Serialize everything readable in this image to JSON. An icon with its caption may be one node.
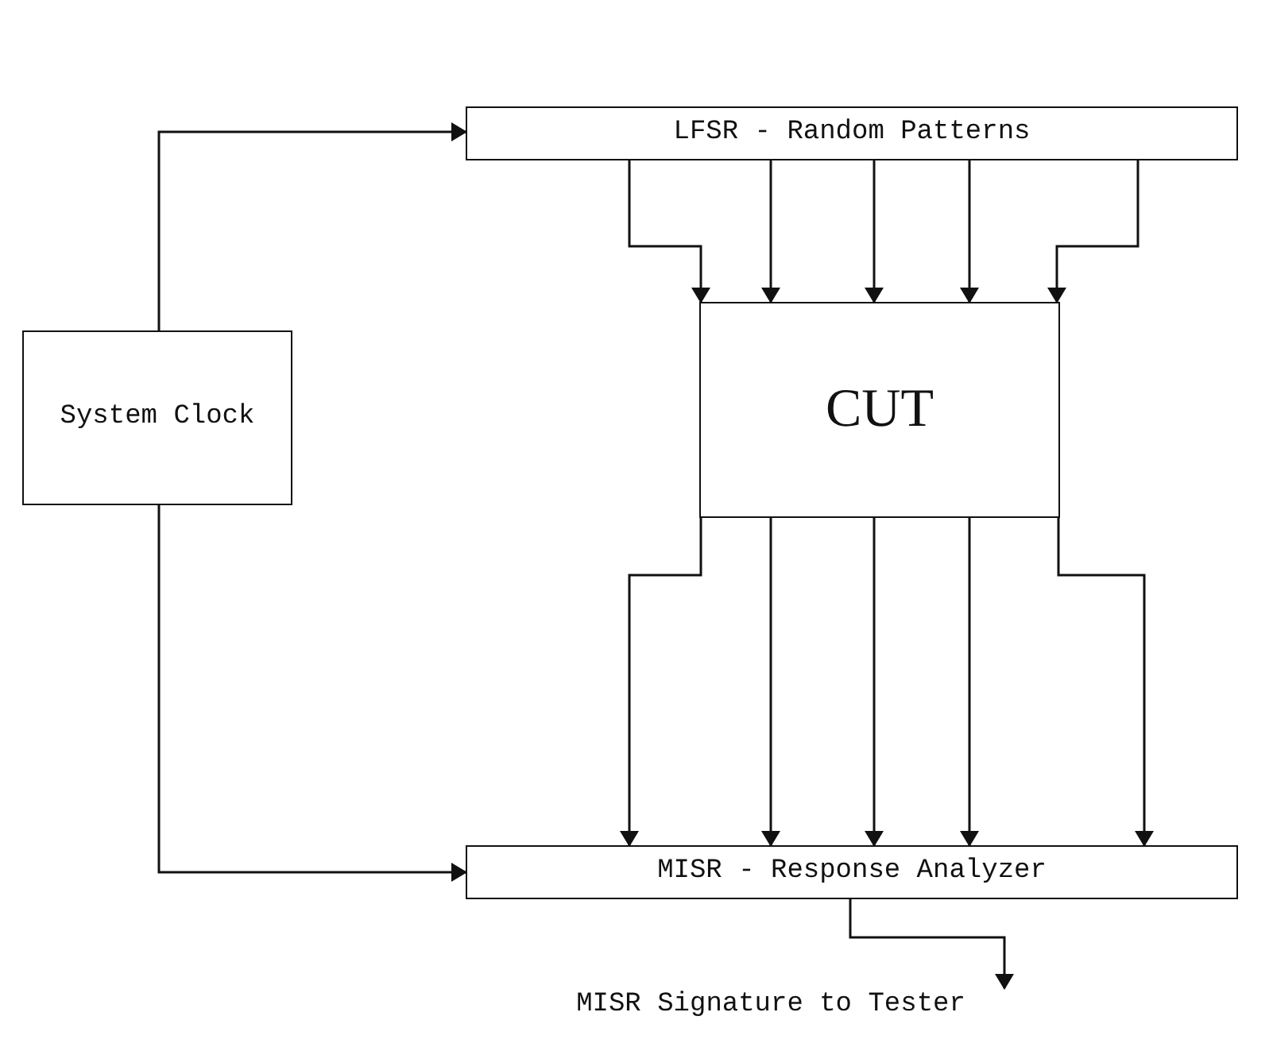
{
  "diagram": {
    "nodes": [
      {
        "text": [
          "LFSR - Random Patterns"
        ]
      },
      {
        "text": [
          "System Clock"
        ]
      },
      {
        "text": [
          "CUT"
        ]
      },
      {
        "text": [
          "MISR - Response Analyzer"
        ]
      },
      {
        "text": [
          "MISR Signature to Tester"
        ]
      }
    ],
    "edges": [
      {
        "from": 1,
        "to": 0,
        "arrow": "to"
      },
      {
        "from": 1,
        "to": 3,
        "arrow": "to"
      },
      {
        "from": 0,
        "to": 2,
        "arrow": "to"
      },
      {
        "from": 0,
        "to": 2,
        "arrow": "to"
      },
      {
        "from": 0,
        "to": 2,
        "arrow": "to"
      },
      {
        "from": 0,
        "to": 2,
        "arrow": "to"
      },
      {
        "from": 0,
        "to": 2,
        "arrow": "to"
      },
      {
        "from": 2,
        "to": 3,
        "arrow": "to"
      },
      {
        "from": 2,
        "to": 3,
        "arrow": "to"
      },
      {
        "from": 2,
        "to": 3,
        "arrow": "to"
      },
      {
        "from": 2,
        "to": 3,
        "arrow": "to"
      },
      {
        "from": 2,
        "to": 3,
        "arrow": "to"
      },
      {
        "from": 3,
        "to": 4,
        "arrow": "to"
      }
    ]
  }
}
